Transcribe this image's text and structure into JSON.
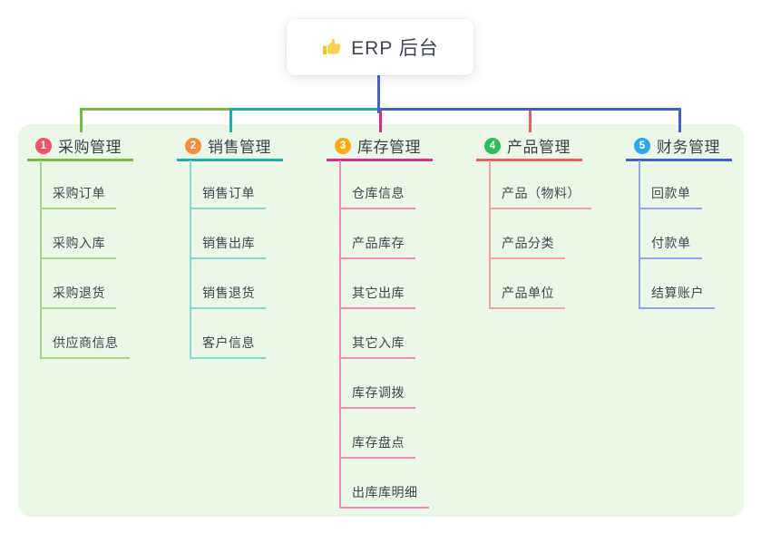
{
  "root": {
    "label": "ERP 后台",
    "icon": "thumbs-up-icon",
    "icon_color": "#f7c325",
    "line_color": "#4a5ed2"
  },
  "colors": {
    "panel_bg": "#ebf7e7",
    "topic_text": "#3b414b",
    "child_text": "#3f454e"
  },
  "branches": [
    {
      "key": "purchase-management",
      "badge": "1",
      "badge_color": "#f4506c",
      "color": "#79bb3f",
      "child_color": "#aad489",
      "label": "采购管理",
      "children": [
        "采购订单",
        "采购入库",
        "采购退货",
        "供应商信息"
      ]
    },
    {
      "key": "sales-management",
      "badge": "2",
      "badge_color": "#f78b3d",
      "color": "#13b5ab",
      "child_color": "#82dad2",
      "label": "销售管理",
      "children": [
        "销售订单",
        "销售出库",
        "销售退货",
        "客户信息"
      ]
    },
    {
      "key": "inventory-management",
      "badge": "3",
      "badge_color": "#fbac12",
      "color": "#e02a8c",
      "child_color": "#f289bd",
      "label": "库存管理",
      "children": [
        "仓库信息",
        "产品库存",
        "其它出库",
        "其它入库",
        "库存调拨",
        "库存盘点",
        "出库库明细"
      ]
    },
    {
      "key": "product-management",
      "badge": "4",
      "badge_color": "#2ebe55",
      "color": "#f15b5b",
      "child_color": "#f6a49f",
      "label": "产品管理",
      "children": [
        "产品（物料）",
        "产品分类",
        "产品单位"
      ]
    },
    {
      "key": "finance-management",
      "badge": "5",
      "badge_color": "#2ea7e9",
      "color": "#3e5fd7",
      "child_color": "#93a3e8",
      "label": "财务管理",
      "children": [
        "回款单",
        "付款单",
        "结算账户"
      ]
    }
  ]
}
